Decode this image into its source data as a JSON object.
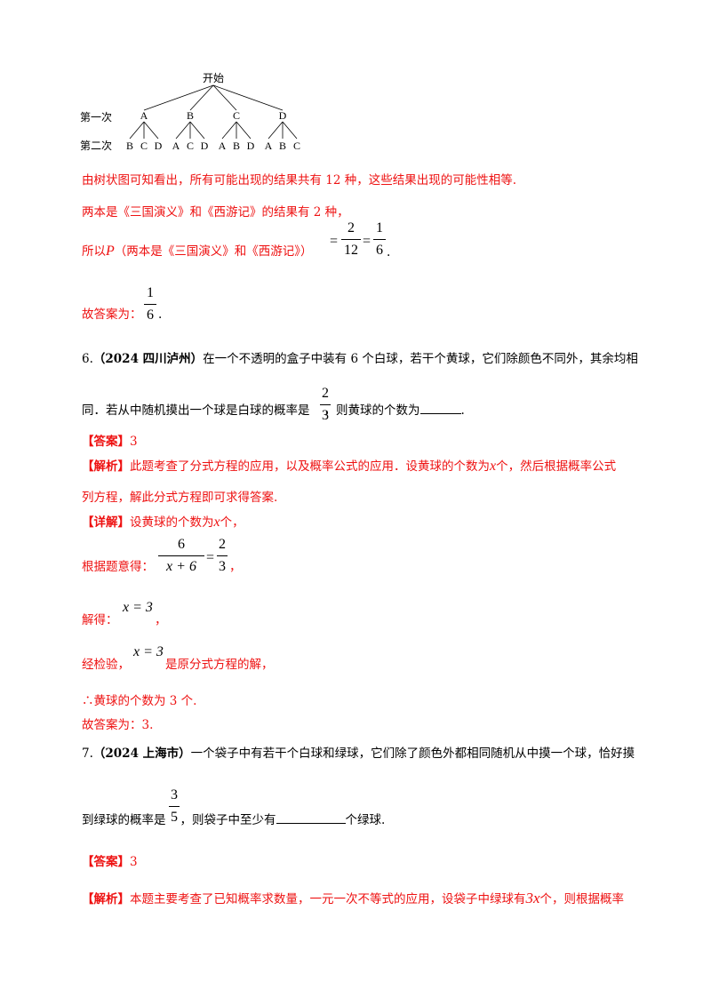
{
  "tree": {
    "root": "开始",
    "level1_label": "第一次",
    "level2_label": "第二次",
    "level1": [
      "A",
      "B",
      "C",
      "D"
    ],
    "level2": [
      [
        "B",
        "C",
        "D"
      ],
      [
        "A",
        "C",
        "D"
      ],
      [
        "A",
        "B",
        "D"
      ],
      [
        "A",
        "B",
        "C"
      ]
    ]
  },
  "q5": {
    "line1": "由树状图可知看出，所有可能出现的结果共有 12 种，这些结果出现的可能性相等.",
    "line2": "两本是《三国演义》和《西游记》的结果有 2 种，",
    "line3_prefix": "所以",
    "line3_P": "P",
    "line3_mid": "（两本是《三国演义》和《西游记》）",
    "eq": "=",
    "f1_num": "2",
    "f1_den": "12",
    "f2_num": "1",
    "f2_den": "6",
    "period": ".",
    "answer_prefix": "故答案为：",
    "ans_num": "1",
    "ans_den": "6"
  },
  "q6": {
    "number": "6.",
    "source": "（2024 四川泸州）",
    "line1": "在一个不透明的盒子中装有 6 个白球，若干个黄球，它们除颜色不同外，其余均相",
    "line2_a": "同．若从中随机摸出一个球是白球的概率是",
    "frac_num": "2",
    "frac_den": "3",
    "line2_b": "，则黄球的个数为",
    "line2_end": ".",
    "answer_label": "【答案】",
    "answer_value": "3",
    "analysis_label": "【解析】",
    "analysis_1a": "此题考查了分式方程的应用，以及概率公式的应用．设黄球的个数为",
    "analysis_var": "x",
    "analysis_1b": "个，然后根据概率公式",
    "analysis_2": "列方程，解此分式方程即可求得答案.",
    "detail_label": "【详解】",
    "detail_1a": "设黄球的个数为",
    "detail_var": "x",
    "detail_1b": "个，",
    "eq_intro": "根据题意得：",
    "eq_num": "6",
    "eq_den": "x + 6",
    "eq_sign": "=",
    "eq_rnum": "2",
    "eq_rden": "3",
    "eq_end": "，",
    "solve_label": "解得：",
    "solve_expr": "x = 3",
    "solve_end": "，",
    "check_label": "经检验，",
    "check_expr": "x = 3",
    "check_text": "是原分式方程的解，",
    "therefore": "∴黄球的个数为 3 个.",
    "final": "故答案为：3."
  },
  "q7": {
    "number": "7.",
    "source": "（2024 上海市）",
    "line1": "一个袋子中有若干个白球和绿球，它们除了颜色外都相同随机从中摸一个球，恰好摸",
    "line2_a": "到绿球的概率是",
    "frac_num": "3",
    "frac_den": "5",
    "line2_b": "，则袋子中至少有",
    "line2_c": "个绿球.",
    "answer_label": "【答案】",
    "answer_value": "3",
    "analysis_label": "【解析】",
    "analysis_a": "本题主要考查了已知概率求数量，一元一次不等式的应用，设袋子中绿球有",
    "analysis_expr": "3x",
    "analysis_b": "个，则根据概率"
  }
}
